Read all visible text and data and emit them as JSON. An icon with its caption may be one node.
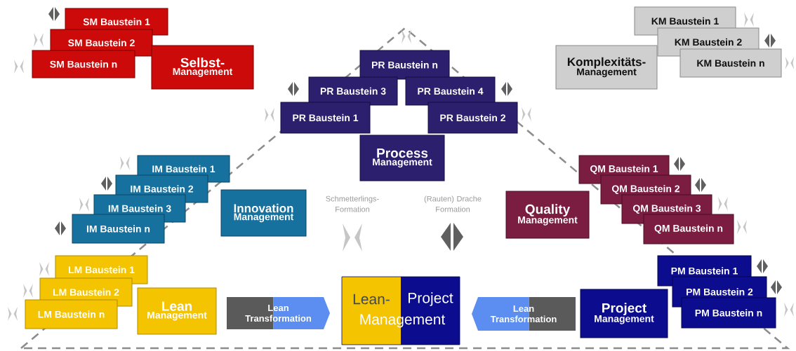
{
  "diagram": {
    "nodes": [
      {
        "text": [
          "SM Baustein 1"
        ]
      },
      {
        "text": [
          "SM Baustein 2"
        ]
      },
      {
        "text": [
          "SM Baustein n"
        ]
      },
      {
        "text": [
          "Selbst-",
          "Management"
        ]
      },
      {
        "text": [
          "PR Baustein n"
        ]
      },
      {
        "text": [
          "PR Baustein 3"
        ]
      },
      {
        "text": [
          "PR Baustein 4"
        ]
      },
      {
        "text": [
          "PR Baustein 1"
        ]
      },
      {
        "text": [
          "PR Baustein 2"
        ]
      },
      {
        "text": [
          "Process",
          "Management"
        ]
      },
      {
        "text": [
          "KM Baustein 1"
        ]
      },
      {
        "text": [
          "KM Baustein 2"
        ]
      },
      {
        "text": [
          "KM Baustein n"
        ]
      },
      {
        "text": [
          "Komplexitäts-",
          "Management"
        ]
      },
      {
        "text": [
          "IM Baustein 1"
        ]
      },
      {
        "text": [
          "IM Baustein 2"
        ]
      },
      {
        "text": [
          "IM Baustein 3"
        ]
      },
      {
        "text": [
          "IM Baustein n"
        ]
      },
      {
        "text": [
          "Innovation",
          "Management"
        ]
      },
      {
        "text": [
          "QM Baustein 1"
        ]
      },
      {
        "text": [
          "QM Baustein 2"
        ]
      },
      {
        "text": [
          "QM Baustein 3"
        ]
      },
      {
        "text": [
          "QM Baustein n"
        ]
      },
      {
        "text": [
          "Quality",
          "Management"
        ]
      },
      {
        "text": [
          "LM Baustein 1"
        ]
      },
      {
        "text": [
          "LM Baustein 2"
        ]
      },
      {
        "text": [
          "LM Baustein n"
        ]
      },
      {
        "text": [
          "Lean",
          "Management"
        ]
      },
      {
        "text": [
          "Lean Transformation"
        ]
      },
      {
        "text": [
          "Lean-",
          "Project",
          "Management"
        ]
      },
      {
        "text": [
          "Lean Transformation"
        ]
      },
      {
        "text": [
          "Project",
          "Management"
        ]
      },
      {
        "text": [
          "PM Baustein 1"
        ]
      },
      {
        "text": [
          "PM Baustein 2"
        ]
      },
      {
        "text": [
          "PM Baustein n"
        ]
      }
    ],
    "labels": [
      "Schmetterlings- Formation",
      "(Rauten) Drache Formation"
    ]
  }
}
